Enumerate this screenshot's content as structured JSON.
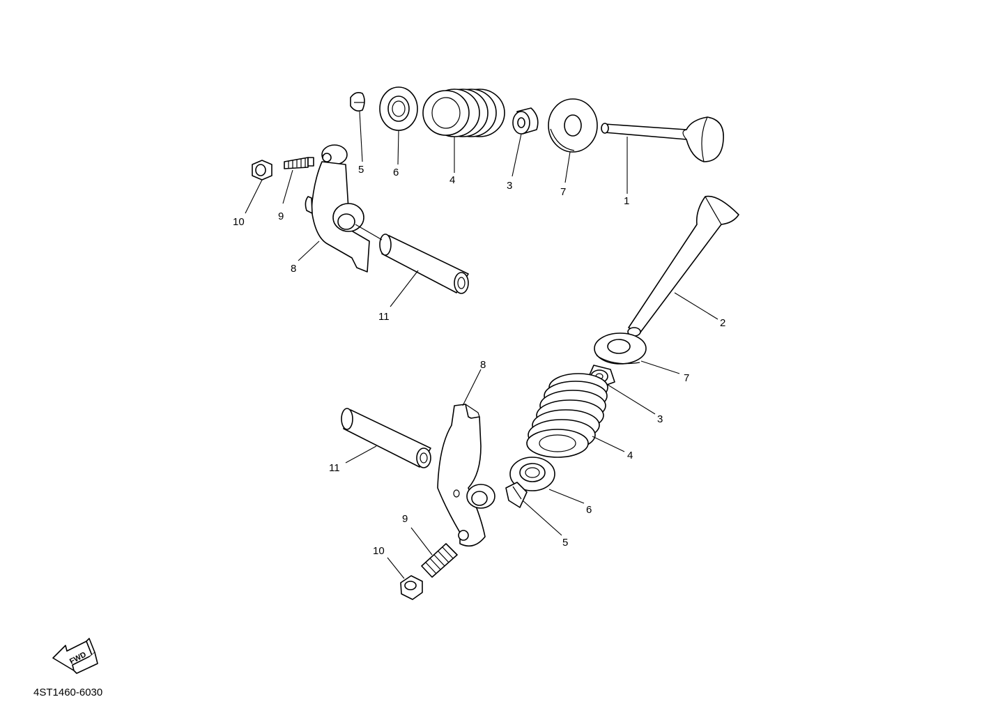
{
  "diagram": {
    "part_code": "4ST1460-6030",
    "fwd_label": "FWD",
    "callouts_top": {
      "valve": "1",
      "spring_seat_inner": "3",
      "spring": "4",
      "cotter": "5",
      "retainer": "6",
      "spring_seat_outer": "7",
      "rocker_arm": "8",
      "adjusting_screw": "9",
      "locknut": "10",
      "rocker_shaft": "11"
    },
    "callouts_bottom": {
      "valve": "2",
      "spring_seat_inner": "3",
      "spring": "4",
      "cotter": "5",
      "retainer": "6",
      "spring_seat_outer": "7",
      "rocker_arm": "8",
      "adjusting_screw": "9",
      "locknut": "10",
      "rocker_shaft": "11"
    }
  }
}
